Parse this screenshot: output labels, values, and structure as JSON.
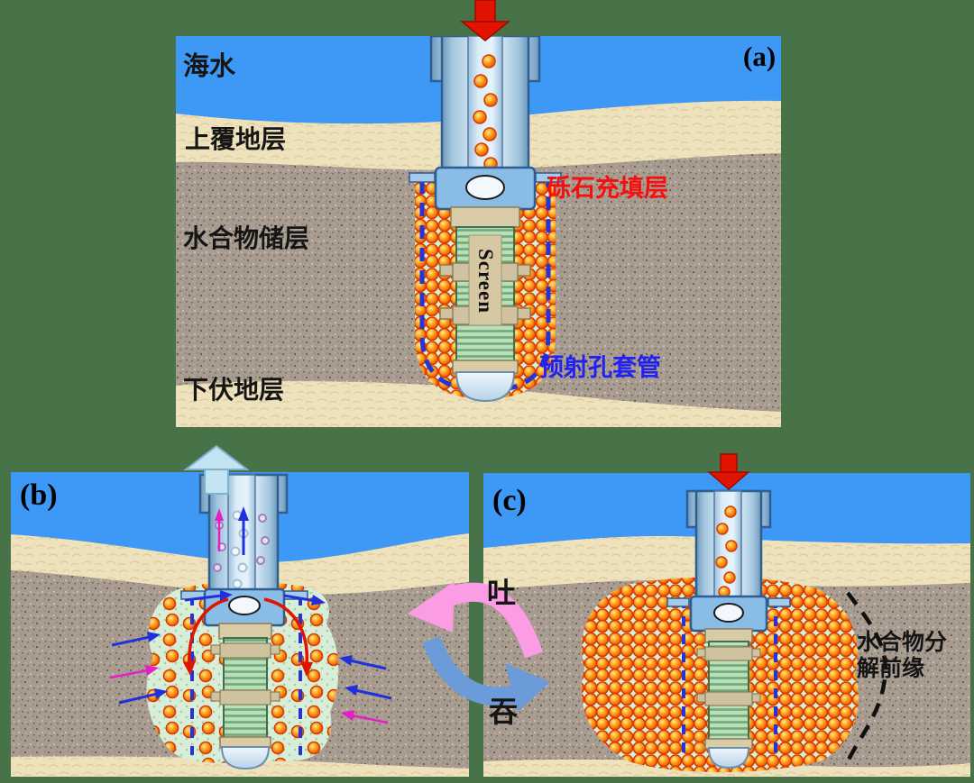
{
  "figure": {
    "panel_a": {
      "tag": "(a)",
      "seawater_label": "海水",
      "overburden_label": "上覆地层",
      "reservoir_label": "水合物储层",
      "underburden_label": "下伏地层",
      "gravel_pack_label": "砾石充填层",
      "perforated_casing_label": "预射孔套管",
      "screen_label": "Screen"
    },
    "panel_b": {
      "tag": "(b)"
    },
    "panel_c": {
      "tag": "(c)",
      "decomposition_front_label": "水合物分解前缘"
    },
    "cycle": {
      "spit_label": "吐",
      "swallow_label": "吞"
    },
    "colors": {
      "background": "#487349",
      "sea": "#3d98f6",
      "sand_layer": "#eee2bd",
      "reservoir_layer": "#a89b8f",
      "decomposed_zone": "#d9eed8",
      "gravel_ball": "#ff9500",
      "screen_green": "#b9deb9",
      "casing_dash_blue": "#2434d6",
      "injection_arrow_red": "#e01400",
      "production_arrow_cyan": "#c2e3f2",
      "spit_arrow_pink": "#fb9ce4",
      "swallow_arrow_blue": "#6b9bd8",
      "gravel_label_red": "#f50f0f",
      "casing_label_blue": "#2121f0"
    }
  }
}
